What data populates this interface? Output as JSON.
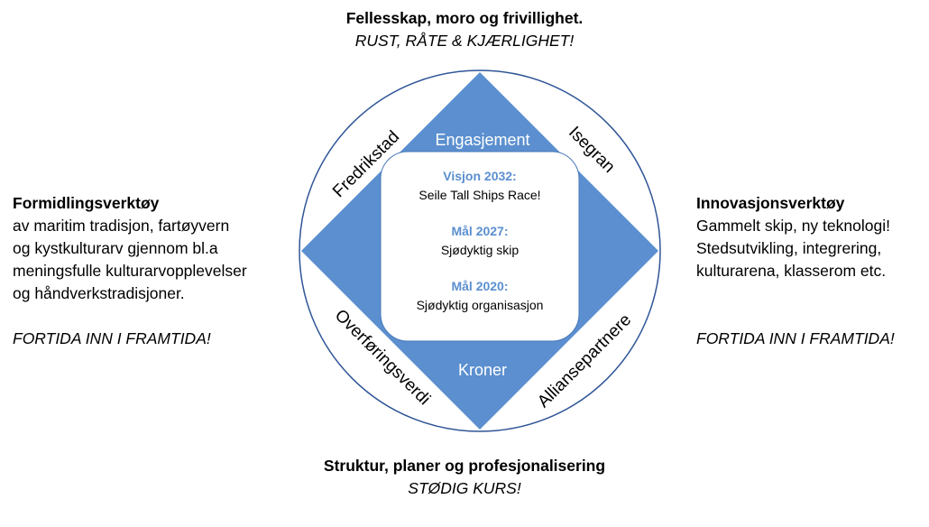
{
  "top": {
    "heading": "Fellesskap, moro og frivillighet.",
    "subheading": "RUST, RÅTE & KJÆRLIGHET!"
  },
  "bottom": {
    "heading": "Struktur, planer og  profesjonalisering",
    "subheading": "STØDIG KURS!"
  },
  "left": {
    "heading": "Formidlingsverktøy",
    "lines": [
      "av maritim tradisjon, fartøyvern",
      "og kystkulturarv gjennom bl.a",
      "meningsfulle kulturarvopplevelser",
      "og håndverkstradisjoner."
    ],
    "tagline": "FORTIDA INN I FRAMTIDA!"
  },
  "right": {
    "heading": "Innovasjonsverktøy",
    "lines": [
      "Gammelt skip, ny teknologi!",
      "Stedsutvikling, integrering,",
      "kulturarena, klasserom etc."
    ],
    "tagline": "FORTIDA INN I FRAMTIDA!"
  },
  "diamond": {
    "top_label": "Engasjement",
    "bottom_label": "Kroner"
  },
  "ring_labels": {
    "upper_left": "Fredrikstad",
    "upper_right": "Isegran",
    "lower_left": "Overføringsverdi",
    "lower_right": "Alliansepartnere"
  },
  "center_box": {
    "vision_title": "Visjon 2032:",
    "vision_text": "Seile Tall Ships Race!",
    "goal1_title": "Mål 2027:",
    "goal1_text": "Sjødyktig skip",
    "goal2_title": "Mål 2020:",
    "goal2_text": "Sjødyktig organisasjon"
  },
  "colors": {
    "diamond_fill": "#5b8fcf",
    "diamond_stroke": "#4a7ab8",
    "circle_stroke": "#2f5597",
    "title_blue": "#5b8fcf",
    "text_white": "#ffffff"
  }
}
